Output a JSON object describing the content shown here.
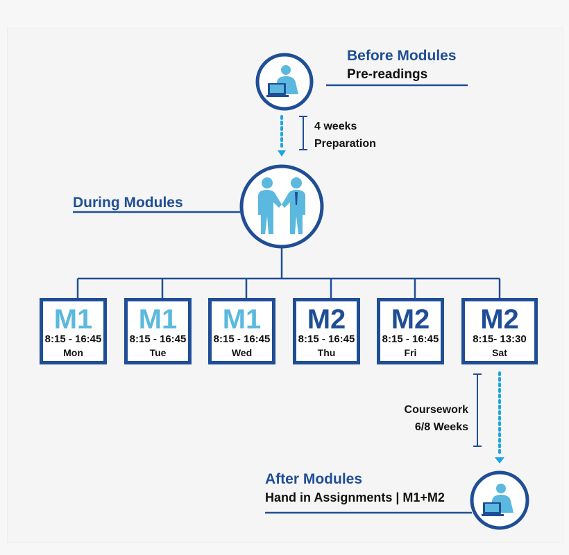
{
  "colors": {
    "navy": "#1f4e96",
    "light_blue": "#5bb8de",
    "dotted_blue": "#1da6e0",
    "text": "#111111"
  },
  "before": {
    "title": "Before Modules",
    "subtitle": "Pre-readings",
    "icon": "person-at-laptop-icon"
  },
  "preparation": {
    "line1": "4 weeks",
    "line2": "Preparation"
  },
  "during": {
    "title": "During Modules",
    "icon": "handshake-icon"
  },
  "modules": [
    {
      "code": "M1",
      "time": "8:15 - 16:45",
      "day": "Mon",
      "color": "#5bb8de"
    },
    {
      "code": "M1",
      "time": "8:15 - 16:45",
      "day": "Tue",
      "color": "#5bb8de"
    },
    {
      "code": "M1",
      "time": "8:15 - 16:45",
      "day": "Wed",
      "color": "#5bb8de"
    },
    {
      "code": "M2",
      "time": "8:15 - 16:45",
      "day": "Thu",
      "color": "#1f4e96"
    },
    {
      "code": "M2",
      "time": "8:15 - 16:45",
      "day": "Fri",
      "color": "#1f4e96"
    },
    {
      "code": "M2",
      "time": "8:15- 13:30",
      "day": "Sat",
      "color": "#1f4e96"
    }
  ],
  "coursework": {
    "line1": "Coursework",
    "line2": "6/8 Weeks"
  },
  "after": {
    "title": "After Modules",
    "subtitle": "Hand in Assignments | M1+M2",
    "icon": "person-at-laptop-icon"
  }
}
